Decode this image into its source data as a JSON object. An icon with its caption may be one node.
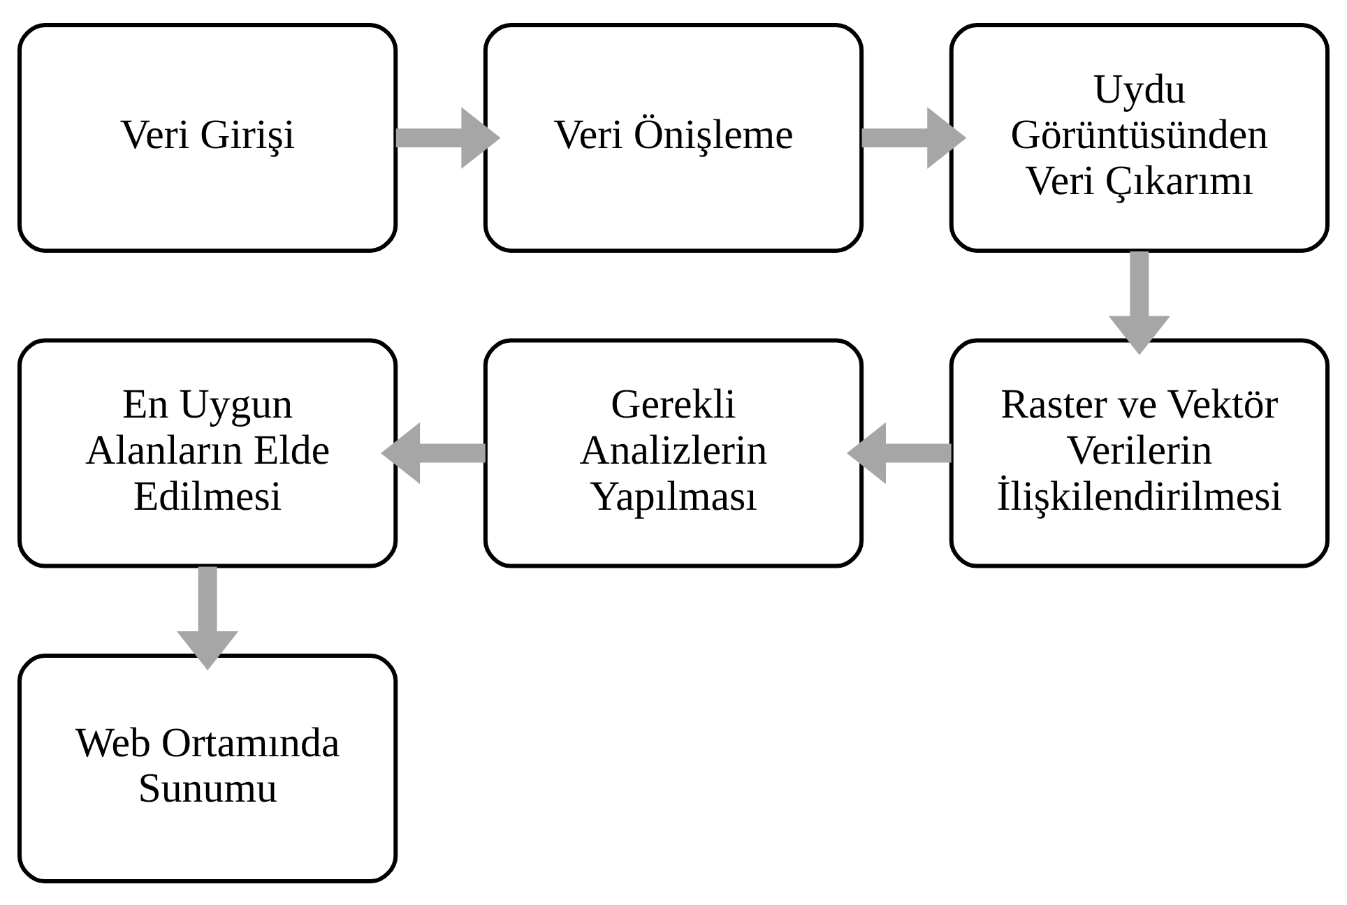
{
  "diagram": {
    "nodes": [
      {
        "text": [
          "Veri Girişi"
        ]
      },
      {
        "text": [
          "Veri Önişleme"
        ]
      },
      {
        "text": [
          "Uydu Görüntüsünden Veri Çıkarımı"
        ]
      },
      {
        "text": [
          "Raster ve Vektör Verilerin İlişkilendirilmesi"
        ]
      },
      {
        "text": [
          "Gerekli Analizlerin Yapılması"
        ]
      },
      {
        "text": [
          "En Uygun Alanların Elde Edilmesi"
        ]
      },
      {
        "text": [
          "Web Ortamında Sunumu"
        ]
      }
    ],
    "edges": [
      {
        "from": 0,
        "to": 1,
        "arrow": "to"
      },
      {
        "from": 1,
        "to": 2,
        "arrow": "to"
      },
      {
        "from": 2,
        "to": 3,
        "arrow": "to"
      },
      {
        "from": 3,
        "to": 4,
        "arrow": "to"
      },
      {
        "from": 4,
        "to": 5,
        "arrow": "to"
      },
      {
        "from": 5,
        "to": 6,
        "arrow": "to"
      }
    ]
  }
}
